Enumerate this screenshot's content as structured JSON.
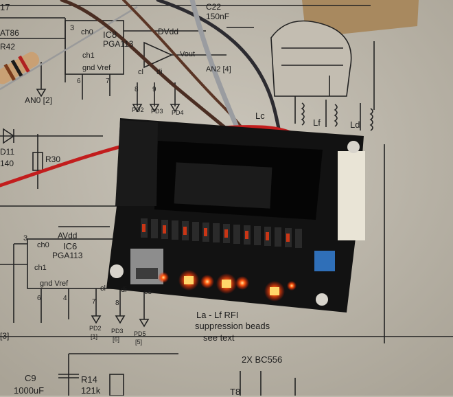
{
  "schematic": {
    "ic8": {
      "name": "IC8",
      "part": "PGA113",
      "pin_ch0": "ch0",
      "pin_ch1": "ch1",
      "pin_dvdd": "DVdd",
      "pin_vout": "Vout",
      "pin_gnd_vref": "gnd Vref",
      "pin_cl": "cl",
      "pin_di": "di"
    },
    "ic6": {
      "supply": "AVdd",
      "name": "IC6",
      "part": "PGA113",
      "pin_ch0": "ch0",
      "pin_ch1": "ch1",
      "pin_gnd_vref": "gnd Vref",
      "pin_cl": "cl",
      "pin_di": "di",
      "pin_cs": "cs"
    },
    "top_labels": {
      "c22_name": "C22",
      "c22_value": "150nF",
      "an0": "AN0 [2]",
      "r42": "R42",
      "d_part": "AT86",
      "pin3": "3",
      "an2": "AN2 [4]",
      "ref_17": "17"
    },
    "coils": {
      "lc": "Lc",
      "lf": "Lf",
      "ld": "Ld"
    },
    "left_labels": {
      "d11": "D11",
      "d11_part": "140",
      "r30": "R30",
      "pin3_ic6": "3",
      "bracket3": "[3]"
    },
    "ports_top": [
      "PD2",
      "PD3",
      "PD4"
    ],
    "ports_bottom": [
      "PD2",
      "PD3",
      "PD5"
    ],
    "ports_bottom_sub": [
      "[1]",
      "[6]",
      "[5]"
    ],
    "note": {
      "line1": "La - Lf RFI",
      "line2": "suppression beads",
      "line3": "see text"
    },
    "transistors": "2X BC556",
    "c9": {
      "name": "C9",
      "value": "1000uF"
    },
    "r14": {
      "name": "R14",
      "value": "121k"
    },
    "t_ref": "T8",
    "pin_numbers": [
      "6",
      "7",
      "8",
      "9",
      "6",
      "7",
      "8",
      "4"
    ]
  },
  "colors": {
    "paper": "#bfb9ad",
    "ink": "#1d1d1d",
    "pcb": "#121212",
    "led": "#ff2a00",
    "red_wire": "#c21d1d",
    "tape": "#a8895f"
  }
}
